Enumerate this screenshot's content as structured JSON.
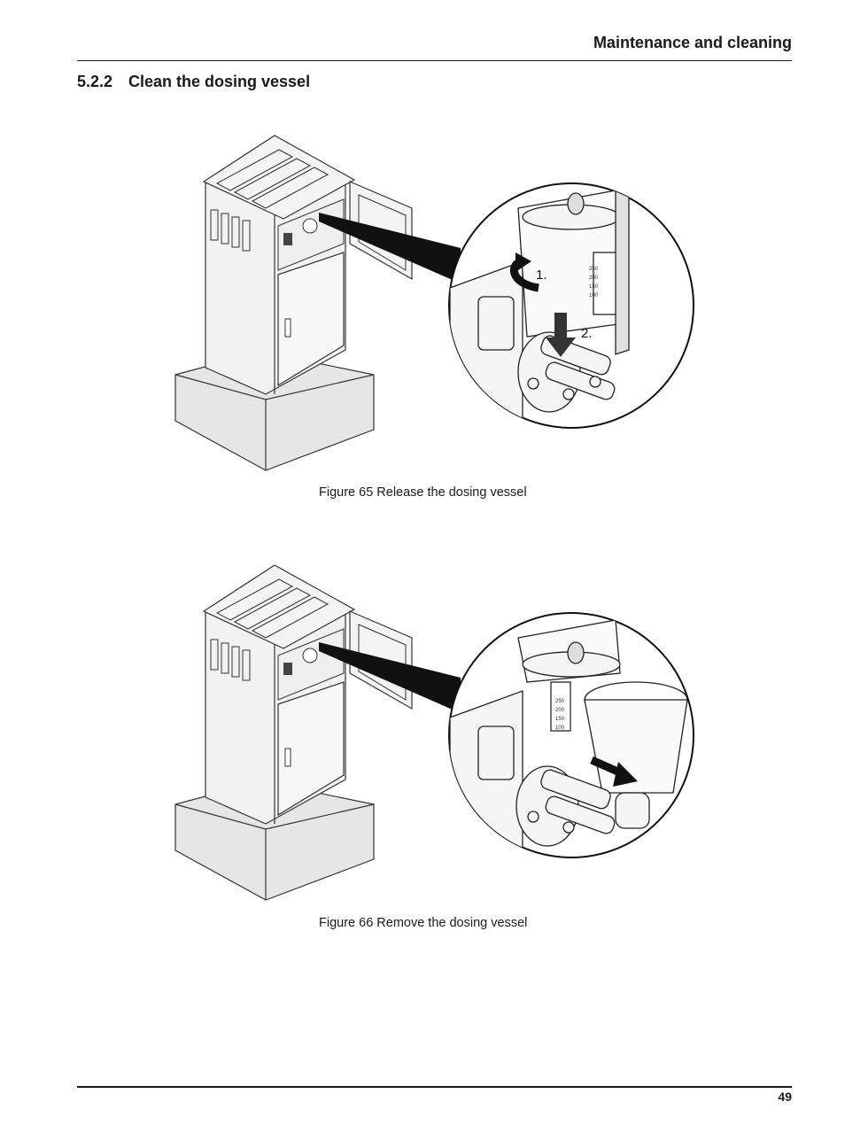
{
  "header": {
    "title": "Maintenance and cleaning"
  },
  "section": {
    "number": "5.2.2",
    "title": "Clean the dosing vessel"
  },
  "figures": [
    {
      "caption": "Figure 65 Release the dosing vessel",
      "callouts": [
        "1.",
        "2."
      ],
      "scale": [
        "250",
        "200",
        "150",
        "100"
      ]
    },
    {
      "caption": "Figure 66 Remove the dosing vessel",
      "scale": [
        "250",
        "200",
        "150",
        "100"
      ]
    }
  ],
  "footer": {
    "page_number": "49"
  }
}
